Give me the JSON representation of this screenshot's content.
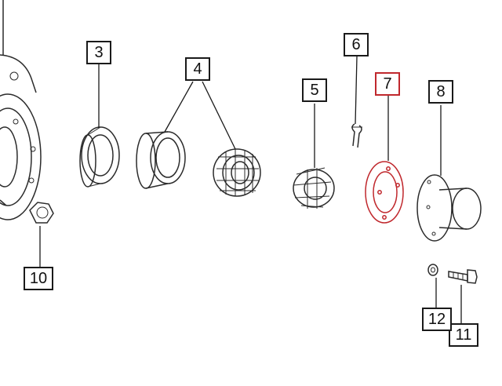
{
  "colors": {
    "line": "#2b2b2b",
    "highlight": "#c0282d",
    "background": "#ffffff"
  },
  "callouts": [
    {
      "id": "3",
      "label": "3",
      "highlighted": false
    },
    {
      "id": "4",
      "label": "4",
      "highlighted": false
    },
    {
      "id": "5",
      "label": "5",
      "highlighted": false
    },
    {
      "id": "6",
      "label": "6",
      "highlighted": false
    },
    {
      "id": "7",
      "label": "7",
      "highlighted": true
    },
    {
      "id": "8",
      "label": "8",
      "highlighted": false
    },
    {
      "id": "10",
      "label": "10",
      "highlighted": false
    },
    {
      "id": "11",
      "label": "11",
      "highlighted": false
    },
    {
      "id": "12",
      "label": "12",
      "highlighted": false
    }
  ]
}
